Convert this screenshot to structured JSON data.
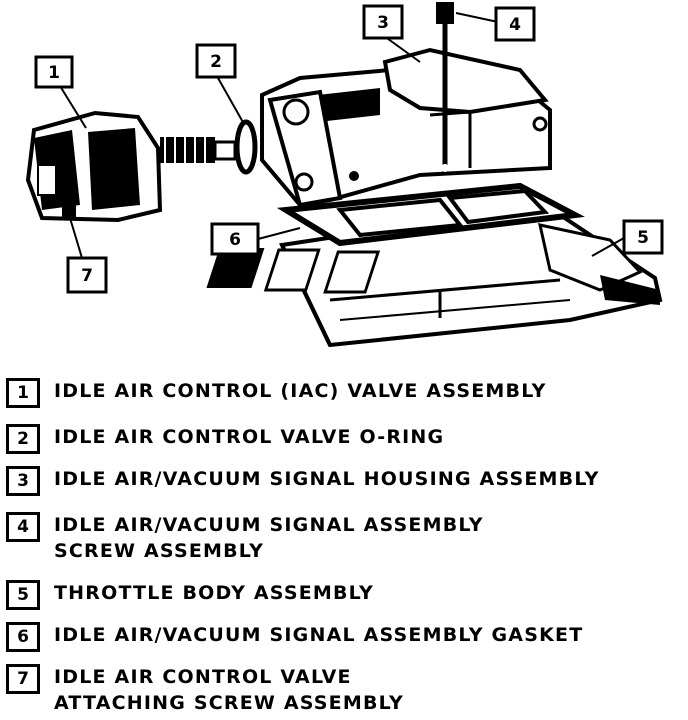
{
  "callouts": [
    {
      "id": "1"
    },
    {
      "id": "2"
    },
    {
      "id": "3"
    },
    {
      "id": "4"
    },
    {
      "id": "5"
    },
    {
      "id": "6"
    },
    {
      "id": "7"
    }
  ],
  "legend": [
    {
      "num": "1",
      "lines": [
        "IDLE AIR CONTROL (IAC) VALVE ASSEMBLY"
      ]
    },
    {
      "num": "2",
      "lines": [
        "IDLE AIR CONTROL VALVE O-RING"
      ]
    },
    {
      "num": "3",
      "lines": [
        "IDLE AIR/VACUUM SIGNAL HOUSING ASSEMBLY"
      ]
    },
    {
      "num": "4",
      "lines": [
        "IDLE AIR/VACUUM SIGNAL ASSEMBLY",
        "SCREW ASSEMBLY"
      ]
    },
    {
      "num": "5",
      "lines": [
        "THROTTLE BODY ASSEMBLY"
      ]
    },
    {
      "num": "6",
      "lines": [
        "IDLE AIR/VACUUM SIGNAL ASSEMBLY GASKET"
      ]
    },
    {
      "num": "7",
      "lines": [
        "IDLE AIR CONTROL VALVE",
        "ATTACHING SCREW ASSEMBLY"
      ]
    }
  ]
}
